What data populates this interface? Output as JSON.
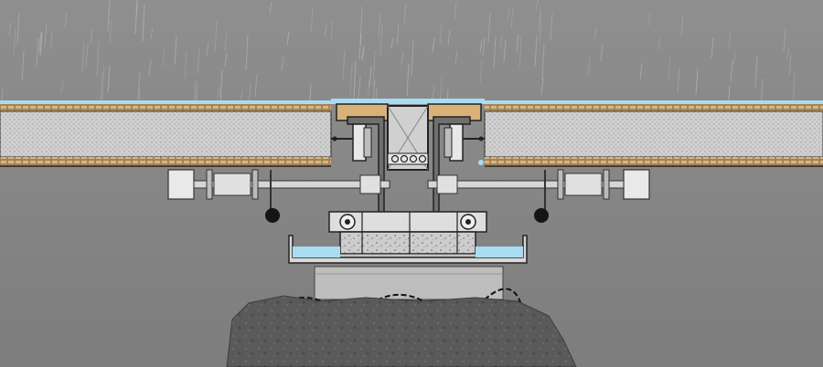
{
  "diagram": {
    "title": "",
    "colors": {
      "sky": "#8f8f8f",
      "sky_dark": "#7c7c7c",
      "rain": "#b4b4b4",
      "water": "#a9dcf2",
      "insulation": "#c8c8c8",
      "brick": "#c9a46e",
      "metal_dark": "#2e2e2e",
      "metal_light": "#dadada",
      "base": "#bdbdbd",
      "rock": "#555555"
    },
    "components": [
      {
        "id": "rain",
        "shown": true
      },
      {
        "id": "left-panel",
        "shown": true
      },
      {
        "id": "right-panel",
        "shown": true
      },
      {
        "id": "water-membrane",
        "shown": true
      },
      {
        "id": "t-beam",
        "shown": true
      },
      {
        "id": "clamp-brackets",
        "shown": true
      },
      {
        "id": "tie-rods",
        "shown": true
      },
      {
        "id": "counterweights",
        "shown": true
      },
      {
        "id": "bearing-block",
        "shown": true
      },
      {
        "id": "drainage-tray",
        "shown": true
      },
      {
        "id": "foundation-block",
        "shown": true
      },
      {
        "id": "rock-base",
        "shown": true
      }
    ]
  }
}
